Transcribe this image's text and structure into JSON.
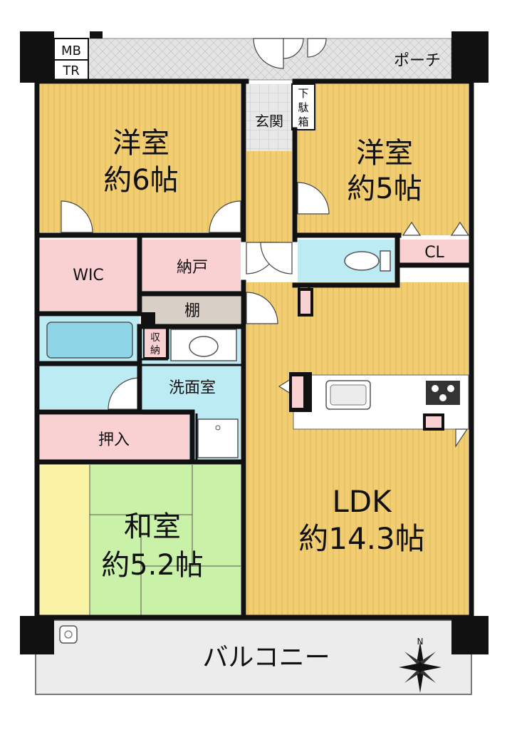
{
  "labels": {
    "mb": "MB",
    "tr": "TR",
    "porch": "ポーチ",
    "genkan": "玄関",
    "getabako_1": "下",
    "getabako_2": "駄",
    "getabako_3": "箱",
    "western_left_1": "洋室",
    "western_left_2": "約6帖",
    "western_right_1": "洋室",
    "western_right_2": "約5帖",
    "wic": "WIC",
    "nando": "納戸",
    "tana": "棚",
    "cl": "CL",
    "shuno_1": "収",
    "shuno_2": "納",
    "senmenshitsu": "洗面室",
    "oshiire": "押入",
    "washitsu_1": "和室",
    "washitsu_2": "約5.2帖",
    "ldk_1": "LDK",
    "ldk_2": "約14.3帖",
    "balcony": "バルコニー",
    "north": "N"
  },
  "colors": {
    "wood_floor": "#F2CE73",
    "wood_line": "#E3B85A",
    "closet_pink": "#F9D1D3",
    "water_blue": "#BDEBF4",
    "tatami_green": "#C9F2A8",
    "tatami_edge": "#FAF3A6",
    "tana_gray": "#D8D0C6",
    "porch_gray": "#E2E2E2",
    "balcony_gray": "#ECECEC",
    "wall": "#111111"
  }
}
